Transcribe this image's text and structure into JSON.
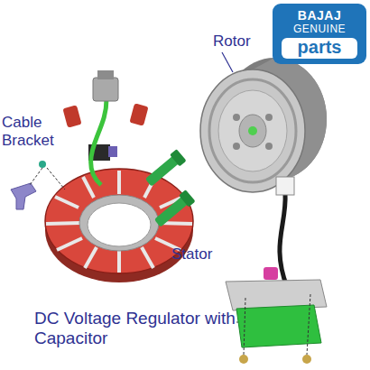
{
  "diagram": {
    "nodes": [
      {
        "text": [
          "BAJAJ",
          "GENUINE",
          "parts"
        ]
      }
    ],
    "labels": [
      "Rotor",
      "Cable Bracket",
      "Stator",
      "DC Voltage Regulator with Capacitor"
    ]
  }
}
